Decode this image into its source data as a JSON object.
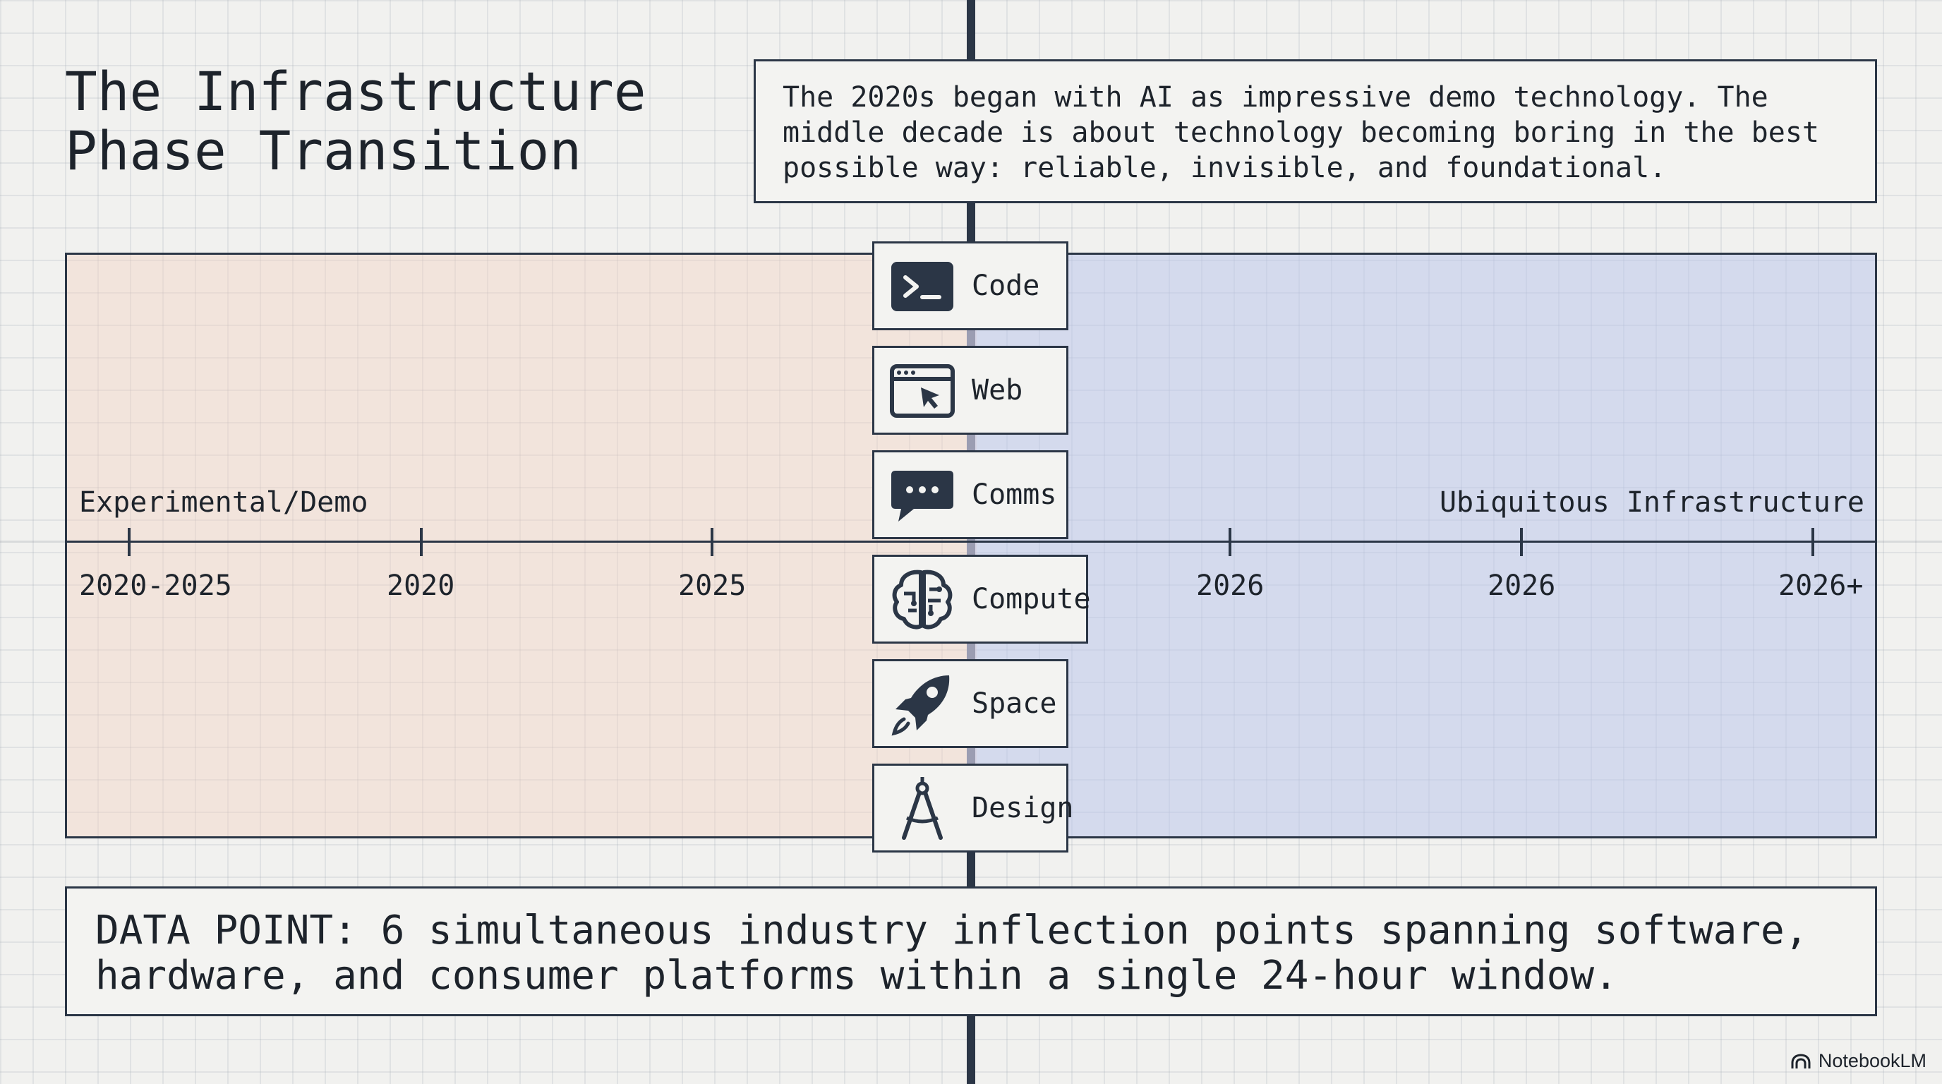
{
  "title": "The Infrastructure\nPhase Transition",
  "intro": "The 2020s began with AI as impressive demo technology. The middle decade is about technology becoming boring in the best possible way: reliable, invisible, and foundational.",
  "zones": {
    "left_label": "Experimental/Demo",
    "right_label": "Ubiquitous Infrastructure"
  },
  "axis_ticks": [
    "2020-2025",
    "2020",
    "2025",
    "2026",
    "2026",
    "2026+"
  ],
  "nodes": [
    {
      "label": "Code",
      "icon": "terminal-icon"
    },
    {
      "label": "Web",
      "icon": "browser-cursor-icon"
    },
    {
      "label": "Comms",
      "icon": "chat-bubble-icon"
    },
    {
      "label": "Compute",
      "icon": "brain-circuit-icon"
    },
    {
      "label": "Space",
      "icon": "rocket-icon"
    },
    {
      "label": "Design",
      "icon": "drafting-compass-icon"
    }
  ],
  "data_point": "DATA POINT: 6 simultaneous industry inflection points spanning software, hardware, and consumer platforms within a single 24-hour window.",
  "brand": "NotebookLM",
  "colors": {
    "ink": "#2b3646",
    "left_zone": "#f3d2c0",
    "right_zone": "#b8c4ec",
    "background": "#f1f1ef"
  }
}
